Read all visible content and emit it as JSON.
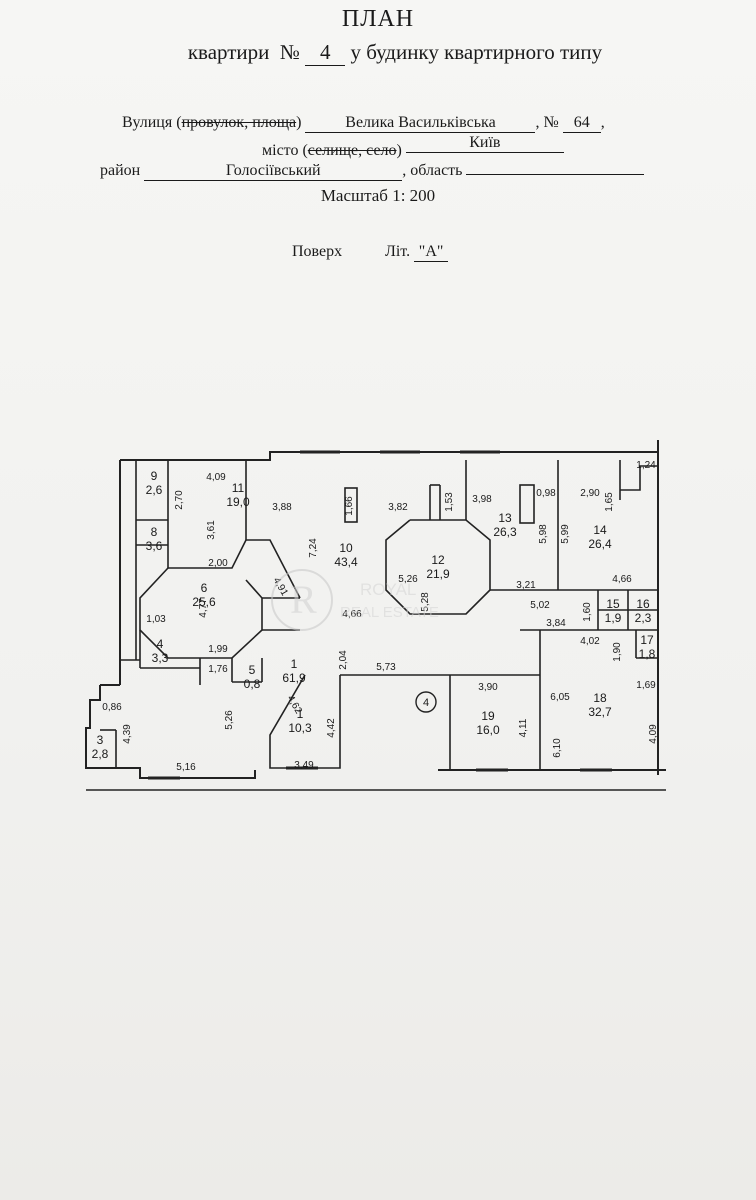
{
  "header": {
    "title": "ПЛАН",
    "subtitle_prefix": "квартири",
    "number_sign": "№",
    "apartment_number": "4",
    "subtitle_suffix": "у будинку квартирного типу"
  },
  "address": {
    "street_label": "Вулиця",
    "street_alt_open": "(",
    "street_alt_struck": "провулок, площа",
    "street_alt_close": ")",
    "street_value": "Велика Васильківська",
    "house_label": ", №",
    "house_value": "64",
    "house_suffix": ",",
    "city_label": "місто (",
    "city_alt_struck": "селище, село",
    "city_alt_close": ")",
    "city_value": "Київ",
    "district_label": "район",
    "district_value": "Голосіївський",
    "region_label": ", область",
    "region_value": ""
  },
  "scale_text": "Масштаб 1: 200",
  "floor_label": "Поверх",
  "lit_label": "Літ.",
  "lit_value": "\"А\"",
  "watermark": {
    "line1": "ROYAL",
    "line2": "REAL ESTATE"
  },
  "plan": {
    "rooms": [
      {
        "num": "9",
        "area": "2,6"
      },
      {
        "num": "11",
        "area": "19,0"
      },
      {
        "num": "8",
        "area": "3,6"
      },
      {
        "num": "10",
        "area": "43,4"
      },
      {
        "num": "12",
        "area": "21,9"
      },
      {
        "num": "13",
        "area": "26,3"
      },
      {
        "num": "14",
        "area": "26,4"
      },
      {
        "num": "6",
        "area": "25,6"
      },
      {
        "num": "15",
        "area": "1,9"
      },
      {
        "num": "16",
        "area": "2,3"
      },
      {
        "num": "17",
        "area": "1,8"
      },
      {
        "num": "4",
        "area": "3,3"
      },
      {
        "num": "5",
        "area": "0,8"
      },
      {
        "num": "1",
        "area": "61,9"
      },
      {
        "num": "1",
        "area": "10,3"
      },
      {
        "num": "19",
        "area": "16,0"
      },
      {
        "num": "18",
        "area": "32,7"
      },
      {
        "num": "3",
        "area": "2,8"
      }
    ],
    "dimensions": [
      "4,09",
      "2,70",
      "3,61",
      "3,88",
      "1,66",
      "7,24",
      "3,82",
      "1,53",
      "3,98",
      "0,98",
      "5,98",
      "5,99",
      "2,90",
      "1,65",
      "1,24",
      "2,00",
      "4,91",
      "5,26",
      "5,28",
      "4,66",
      "3,21",
      "4,66",
      "1,03",
      "4,77",
      "5,02",
      "1,60",
      "3,84",
      "4,02",
      "1,90",
      "1,99",
      "1,76",
      "2,04",
      "5,73",
      "3,90",
      "6,05",
      "1,69",
      "0,86",
      "4,39",
      "5,26",
      "4,62",
      "4,42",
      "4,11",
      "6,10",
      "4,09",
      "5,16",
      "3,49"
    ],
    "stair_marker": "4"
  }
}
